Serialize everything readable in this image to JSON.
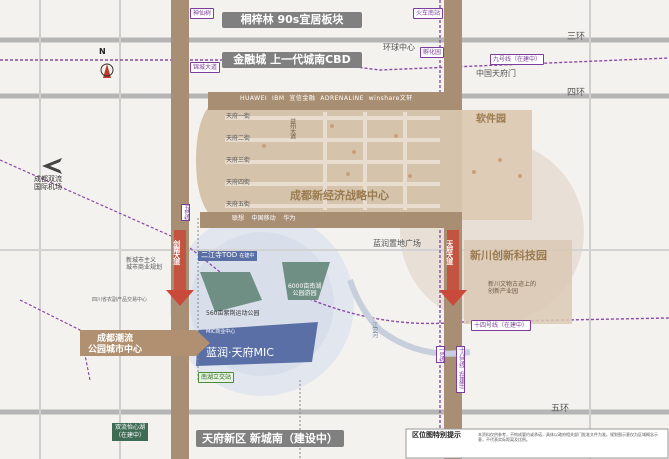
{
  "banners": {
    "top": "桐梓林 90s宜居板块",
    "cbd": "金融城 上一代城南CBD",
    "bottom": "天府新区 新城南（建设中）"
  },
  "zones": {
    "strategy_center": "成都新经济战略中心",
    "software_park": "软件园",
    "innovation_park": "新川创新科技园",
    "innovation_sub": "新川文物古迹上的\n创新产业园",
    "park_center": "成都潮流\n公园城市中心",
    "project": "蓝润·天府MIC",
    "project_sub": "MIC商业中心",
    "park_6000": "6000亩南湖\n公园游园",
    "park_560": "560亩紫荆运动公园",
    "lanrun_plaza": "蓝润置地广场",
    "global_center": "环球中心",
    "tianfu_gate": "中国天府门"
  },
  "roads": {
    "ring3": "三环",
    "ring4": "四环",
    "ring5": "五环",
    "jiannan": "剑南大道",
    "tianfu": "天府大道",
    "yizhou": "益州大道",
    "tianfu1": "天府一街",
    "tianfu2": "天府二街",
    "tianfu3": "天府三街",
    "tianfu4": "天府四街",
    "tianfu5": "天府五街",
    "river": "江安河"
  },
  "stations": {
    "shenxianshu": "神仙树",
    "huochenan": "火车南站",
    "fengbei": "孵化园",
    "jincheng": "锦城大道",
    "erjiangsi": "二江寺TOD",
    "erjiangsi_sub": "在建中",
    "nanhu": "南湖立交站"
  },
  "metro": {
    "line5": "五号线",
    "line1": "一号线",
    "line18": "十八号线（在建中）",
    "line9": "九号线（在建中）",
    "line14": "十四号线（在建中）"
  },
  "places": {
    "airport": "成都双流\n国际机场",
    "newcity": "新城市主义\n城市商业规划",
    "sichuan_rd": "四川省农副产品交易中心",
    "shuangliu": "双流怡心湖\n（在建中）",
    "compass": "N"
  },
  "companies": [
    "HUAWEI",
    "IBM",
    "宜信金融",
    "ADRENALINE",
    "winshare文轩",
    "联想",
    "中国移动",
    "华为"
  ],
  "legend": {
    "title": "区位图特别提示",
    "text": "本资料仅供参考，不构成要约或承诺，具体以政府相关部门批准文件为准。规划图示意仅为区域概念示意，不代表实际距离及比例。"
  },
  "colors": {
    "tan_main": "#b09070",
    "tan_light": "#d8c8b4",
    "tan_zone": "#ead9c6",
    "road_gray": "#a8a8a8",
    "red_arrow": "#c94a3a",
    "purple_line": "#8a4aa8",
    "project_blue": "#5a6fa6",
    "park_green": "#6f8f84",
    "lake_blue": "#d6dde8"
  }
}
